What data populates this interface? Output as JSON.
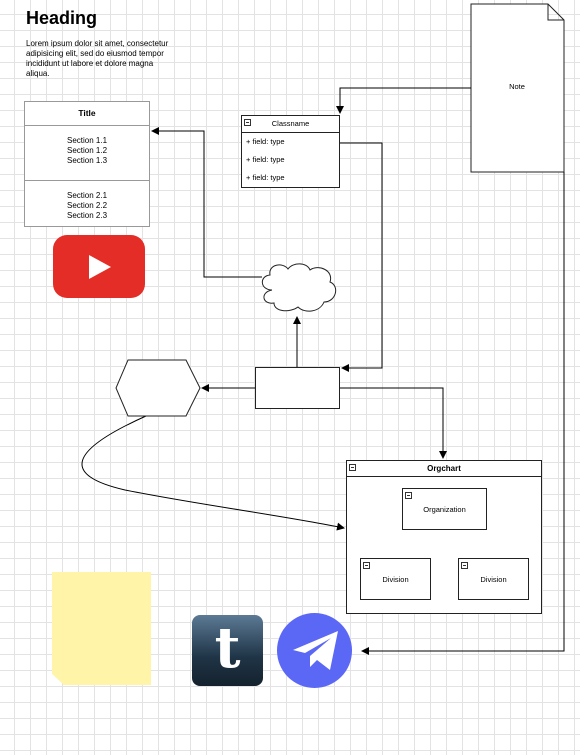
{
  "heading": "Heading",
  "lorem": "Lorem ipsum dolor sit amet, consectetur adipisicing elit, sed do eiusmod tempor incididunt ut labore et dolore magna aliqua.",
  "list": {
    "title": "Title",
    "section1": [
      "Section 1.1",
      "Section 1.2",
      "Section 1.3"
    ],
    "section2": [
      "Section 2.1",
      "Section 2.2",
      "Section 2.3"
    ]
  },
  "class_box": {
    "name": "Classname",
    "fields": [
      "+ field: type",
      "+ field: type",
      "+ field: type"
    ]
  },
  "note": {
    "label": "Note"
  },
  "orgchart": {
    "title": "Orgchart",
    "root": "Organization",
    "children": [
      "Division",
      "Division"
    ]
  },
  "icons": [
    "youtube-icon",
    "cloud-shape",
    "hexagon-shape",
    "sticky-note-icon",
    "tumblr-icon",
    "telegram-icon"
  ],
  "colors": {
    "youtube": "#e52d27",
    "sticky": "#fff4a8",
    "telegram": "#5b67f5",
    "tumblr": "#1f3446"
  }
}
